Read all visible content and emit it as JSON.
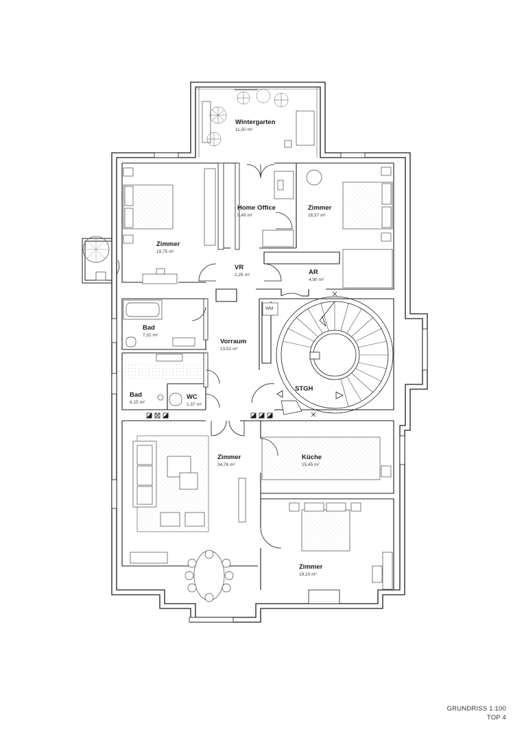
{
  "rooms": [
    {
      "name": "Wintergarten",
      "area": "11,50 m²"
    },
    {
      "name": "Home Office",
      "area": "9,49 m²"
    },
    {
      "name": "Zimmer",
      "area": "16,57 m²"
    },
    {
      "name": "Zimmer",
      "area": "19,75 m²"
    },
    {
      "name": "VR",
      "area": "2,25 m²"
    },
    {
      "name": "AR",
      "area": "4,90 m²"
    },
    {
      "name": "Bad",
      "area": "7,31 m²"
    },
    {
      "name": "Vorraum",
      "area": "13,52 m²"
    },
    {
      "name": "STGH",
      "area": ""
    },
    {
      "name": "Bad",
      "area": "6,15 m²"
    },
    {
      "name": "WC",
      "area": "1,37 m²"
    },
    {
      "name": "Zimmer",
      "area": "34,76 m²"
    },
    {
      "name": "Küche",
      "area": "15,45 m²"
    },
    {
      "name": "Zimmer",
      "area": "19,10 m²"
    }
  ],
  "labels": {
    "wm": "WM"
  },
  "caption": {
    "scale": "GRUNDRISS 1:100",
    "unit": "TOP 4"
  },
  "colors": {
    "wall": "#1a1a1a",
    "furniture": "#444444",
    "tile": "#bdbdbd",
    "shadow": "#e4e4e4"
  }
}
